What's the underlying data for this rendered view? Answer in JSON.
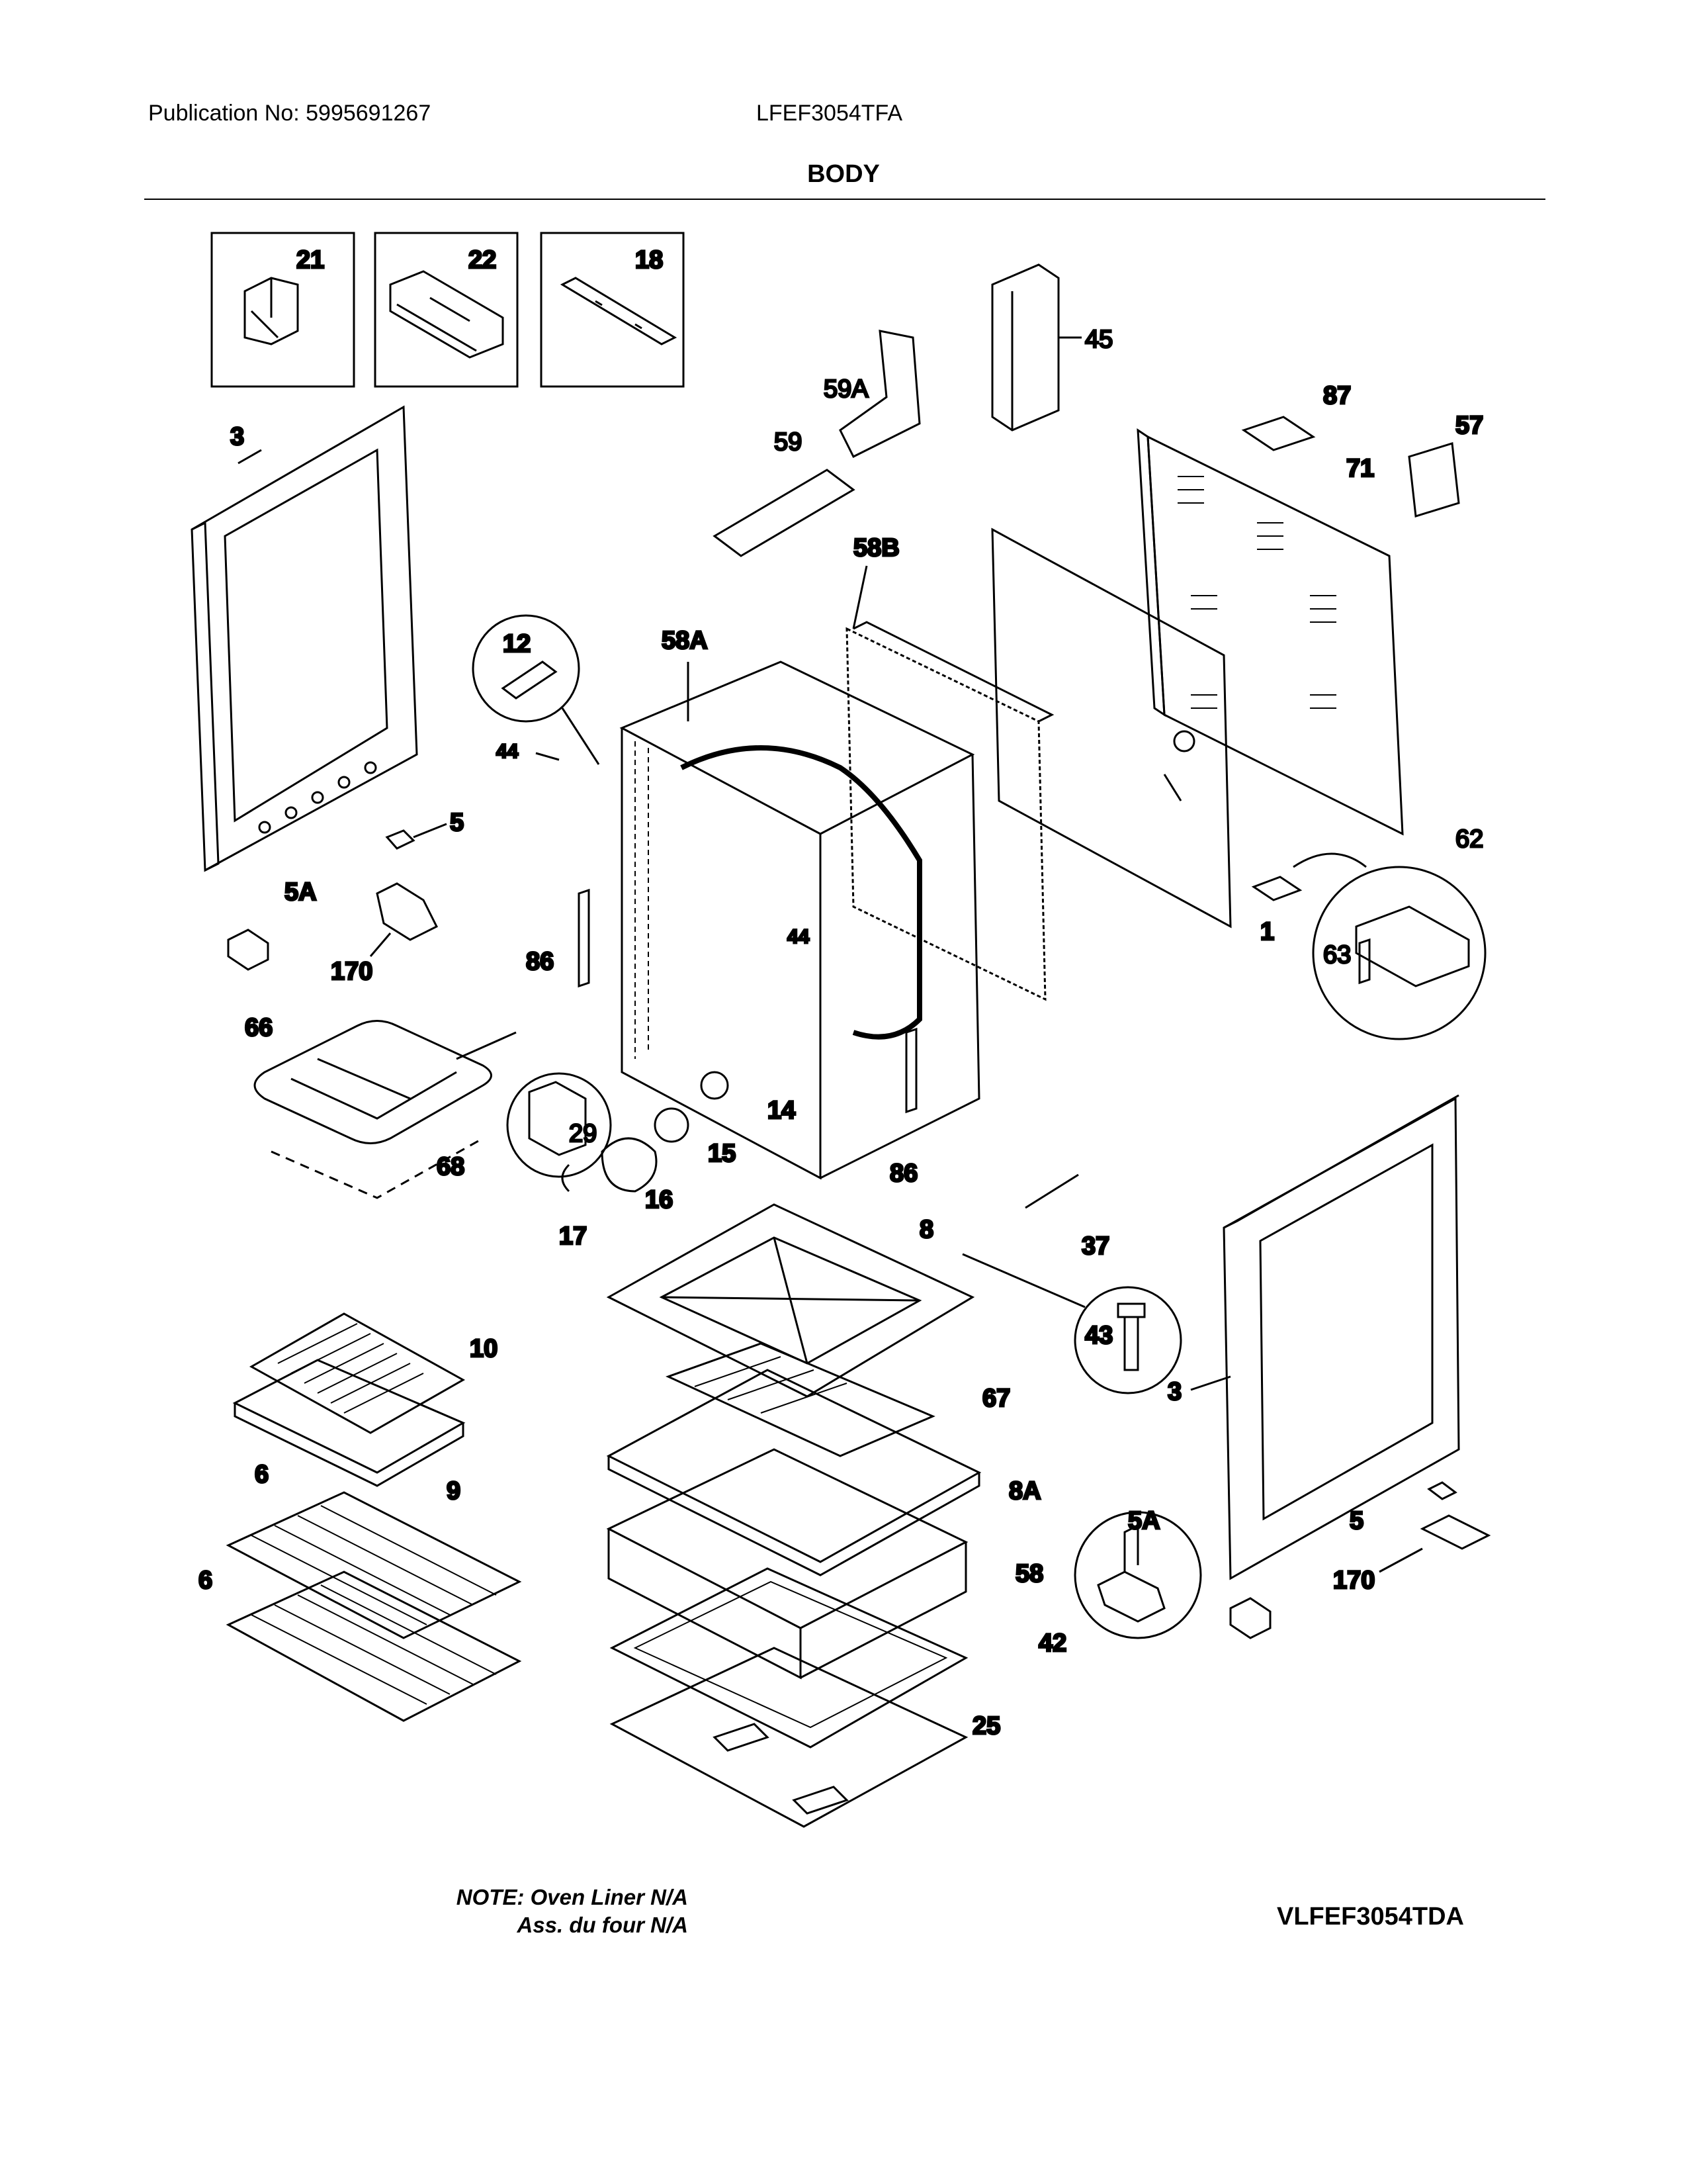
{
  "header": {
    "publication": "Publication No: 5995691267",
    "model": "LFEF3054TFA",
    "section_title": "BODY"
  },
  "callouts": {
    "c21": "21",
    "c22": "22",
    "c18": "18",
    "c3_left": "3",
    "c3_right": "3",
    "c45": "45",
    "c59A": "59A",
    "c59": "59",
    "c87": "87",
    "c57": "57",
    "c71": "71",
    "c58B": "58B",
    "c58A": "58A",
    "c12": "12",
    "c44_a": "44",
    "c44_b": "44",
    "c5_left": "5",
    "c5A_left": "5A",
    "c170_left": "170",
    "c86_a": "86",
    "c86_b": "86",
    "c1": "1",
    "c62": "62",
    "c63": "63",
    "c66": "66",
    "c68": "68",
    "c29": "29",
    "c14": "14",
    "c15": "15",
    "c16": "16",
    "c17": "17",
    "c37": "37",
    "c8": "8",
    "c43": "43",
    "c10": "10",
    "c9": "9",
    "c6_a": "6",
    "c6_b": "6",
    "c67": "67",
    "c8A": "8A",
    "c58": "58",
    "c42": "42",
    "c25": "25",
    "c5_right": "5",
    "c5A_right": "5A",
    "c170_right": "170"
  },
  "notes": {
    "line1": "NOTE: Oven Liner N/A",
    "line2": "Ass. du four N/A"
  },
  "footer_code": "VLFEF3054TDA"
}
